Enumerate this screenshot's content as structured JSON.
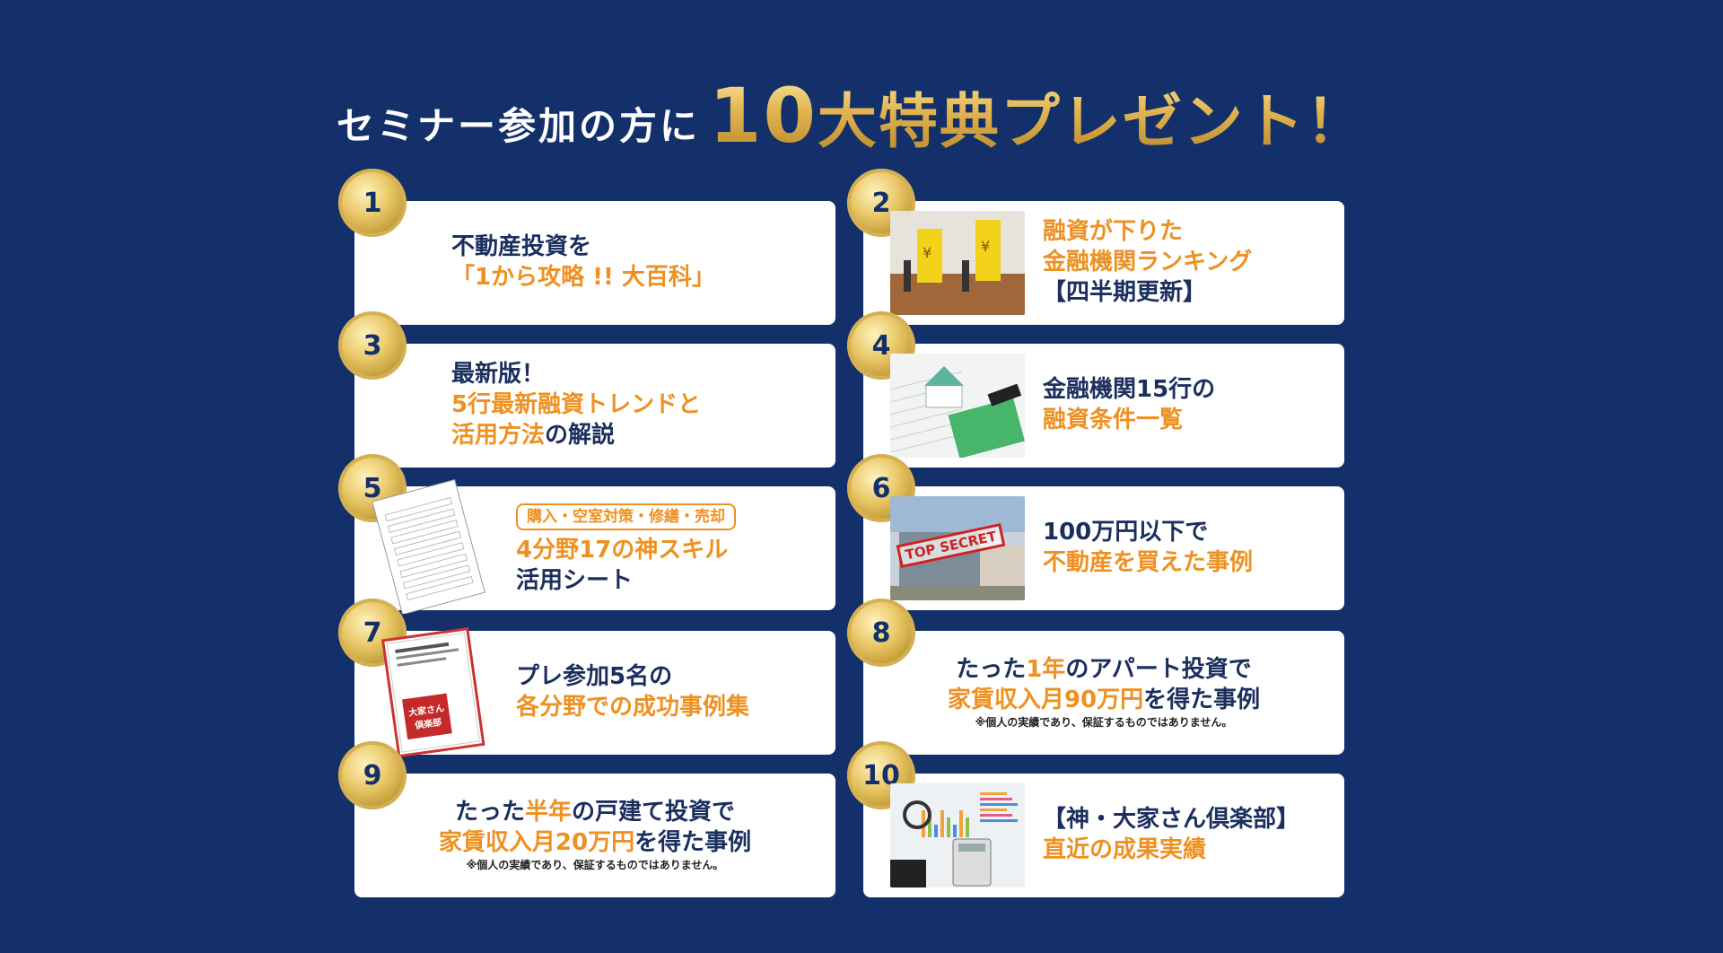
{
  "title": {
    "lead": "セミナー参加の方に",
    "num": "10",
    "rest": "大特典プレゼント！"
  },
  "colors": {
    "background": "#13306a",
    "accent": "#ee9122",
    "navy": "#1b2f5e",
    "gold": "#e2b450"
  },
  "items": [
    {
      "num": "1",
      "lines": [
        [
          {
            "t": "不動産投資を",
            "c": "b"
          }
        ],
        [
          {
            "t": "「1から攻略 !! 大百科」",
            "c": "o"
          }
        ]
      ]
    },
    {
      "num": "2",
      "image": "bank-ranking-photo",
      "lines": [
        [
          {
            "t": "融資が下りた",
            "c": "o"
          }
        ],
        [
          {
            "t": "金融機関ランキング",
            "c": "o"
          }
        ],
        [
          {
            "t": "【四半期更新】",
            "c": "b"
          }
        ]
      ]
    },
    {
      "num": "3",
      "lines": [
        [
          {
            "t": "最新版！",
            "c": "b"
          }
        ],
        [
          {
            "t": "5行最新融資トレンドと",
            "c": "o"
          }
        ],
        [
          {
            "t": "活用方法",
            "c": "o"
          },
          {
            "t": "の解説",
            "c": "b"
          }
        ]
      ]
    },
    {
      "num": "4",
      "image": "house-calendar-photo",
      "lines": [
        [
          {
            "t": "金融機関15行の",
            "c": "b"
          }
        ],
        [
          {
            "t": "融資条件一覧",
            "c": "o"
          }
        ]
      ]
    },
    {
      "num": "5",
      "image": "skill-sheet-document",
      "pill": "購入・空室対策・修繕・売却",
      "lines": [
        [
          {
            "t": "4分野17の神スキル",
            "c": "o"
          }
        ],
        [
          {
            "t": "活用シート",
            "c": "b"
          }
        ]
      ]
    },
    {
      "num": "6",
      "image": "top-secret-house-photo",
      "stamp": "TOP SECRET",
      "lines": [
        [
          {
            "t": "100万円以下で",
            "c": "b"
          }
        ],
        [
          {
            "t": "不動産を買えた事例",
            "c": "o"
          }
        ]
      ]
    },
    {
      "num": "7",
      "image": "case-study-booklet",
      "booklet": "大家さん倶楽部",
      "lines": [
        [
          {
            "t": "プレ参加5名の",
            "c": "b"
          }
        ],
        [
          {
            "t": "各分野での成功事例集",
            "c": "o"
          }
        ]
      ]
    },
    {
      "num": "8",
      "note": "※個人の実績であり、保証するものではありません。",
      "lines": [
        [
          {
            "t": "たった",
            "c": "b"
          },
          {
            "t": "1年",
            "c": "o"
          },
          {
            "t": "のアパート投資で",
            "c": "b"
          }
        ],
        [
          {
            "t": "家賃収入月90万円",
            "c": "o"
          },
          {
            "t": "を得た事例",
            "c": "b"
          }
        ]
      ]
    },
    {
      "num": "9",
      "note": "※個人の実績であり、保証するものではありません。",
      "lines": [
        [
          {
            "t": "たった",
            "c": "b"
          },
          {
            "t": "半年",
            "c": "o"
          },
          {
            "t": "の戸建て投資で",
            "c": "b"
          }
        ],
        [
          {
            "t": "家賃収入月20万円",
            "c": "o"
          },
          {
            "t": "を得た事例",
            "c": "b"
          }
        ]
      ]
    },
    {
      "num": "10",
      "image": "charts-calculator-photo",
      "lines": [
        [
          {
            "t": "【神・大家さん倶楽部】",
            "c": "b"
          }
        ],
        [
          {
            "t": "直近の成果実績",
            "c": "o"
          }
        ]
      ]
    }
  ]
}
